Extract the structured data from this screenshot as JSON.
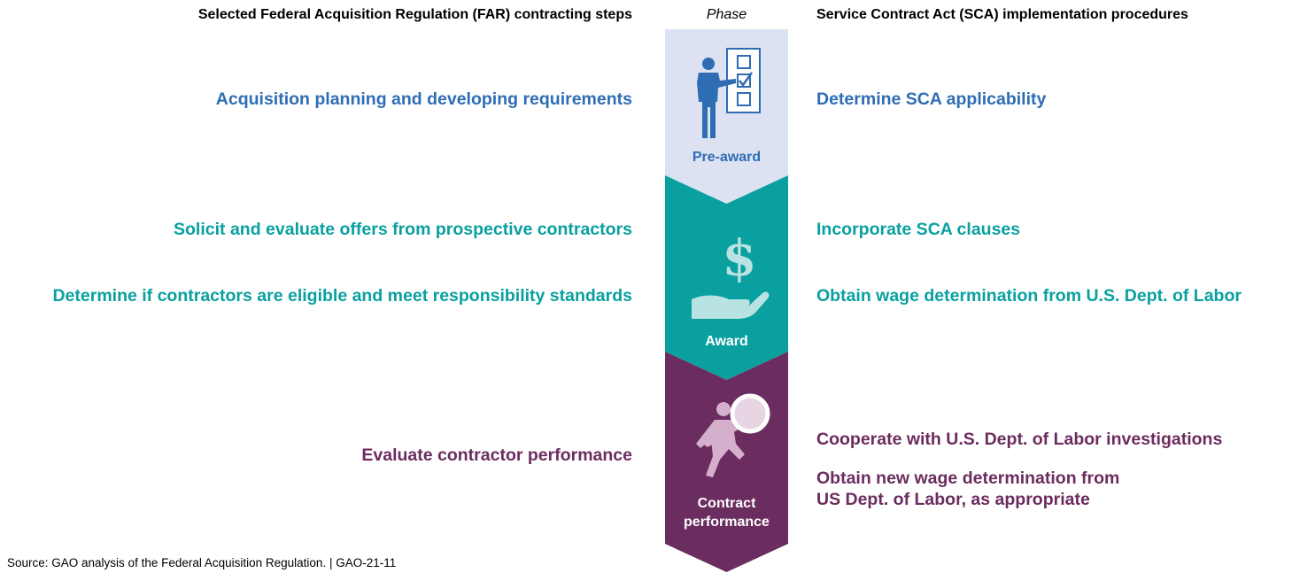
{
  "headers": {
    "left": "Selected Federal Acquisition Regulation (FAR) contracting steps",
    "phase": "Phase",
    "right": "Service Contract Act (SCA) implementation procedures"
  },
  "phases": {
    "pre_award": {
      "label": "Pre-award",
      "color": "#dde2f2",
      "text_color": "#2e6db4",
      "icon": "planner-checklist-icon",
      "far_steps": [
        "Acquisition planning and developing requirements"
      ],
      "sca_steps": [
        "Determine SCA applicability"
      ]
    },
    "award": {
      "label": "Award",
      "color": "#0aa0a0",
      "text_color": "#0aa0a0",
      "icon": "dollar-hand-icon",
      "far_steps": [
        "Solicit and evaluate offers from prospective contractors",
        "Determine if contractors are eligible and meet responsibility standards"
      ],
      "sca_steps": [
        "Incorporate SCA clauses",
        "Obtain wage determination from U.S. Dept. of Labor"
      ]
    },
    "performance": {
      "label_line1": "Contract",
      "label_line2": "performance",
      "color": "#6b2c5f",
      "text_color": "#6b2c5f",
      "icon": "magnifier-person-icon",
      "far_steps": [
        "Evaluate contractor performance"
      ],
      "sca_steps": [
        "Cooperate with U.S. Dept. of Labor investigations",
        "Obtain new wage determination from",
        "US Dept. of Labor, as appropriate"
      ]
    }
  },
  "source": "Source: GAO analysis of the Federal Acquisition Regulation.  |  GAO-21-11"
}
